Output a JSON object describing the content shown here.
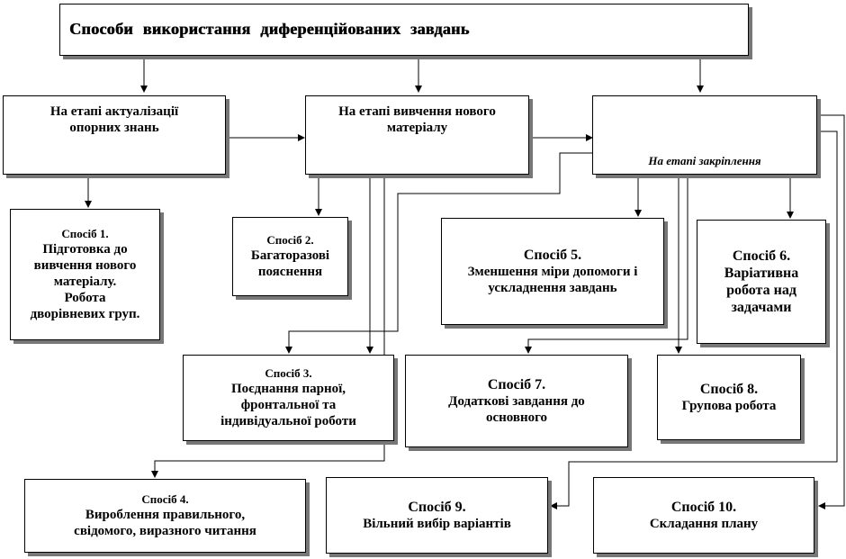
{
  "title": "Способи  використання   диференційованих  завдань",
  "stages": {
    "s1": "На етапі актуалізації опорних знань",
    "s2": "На етапі вивчення нового матеріалу",
    "s3": "На етапі закріплення"
  },
  "methods": {
    "m1": {
      "heading": "Спосіб 1.",
      "lines": [
        "Підготовка до",
        "вивчення нового",
        "матеріалу.",
        "Робота",
        "дворівневих груп."
      ]
    },
    "m2": {
      "heading": "Спосіб 2.",
      "lines": [
        "Багаторазові",
        "пояснення"
      ]
    },
    "m3": {
      "heading": "Спосіб 3.",
      "lines": [
        "Поєднання парної,",
        "фронтальної та",
        "індивідуальної роботи"
      ]
    },
    "m4": {
      "heading": "Спосіб 4.",
      "lines": [
        "Вироблення правильного,",
        "свідомого, виразного читання"
      ]
    },
    "m5": {
      "heading": "Спосіб 5.",
      "lines": [
        "Зменшення міри допомоги і",
        "ускладнення завдань"
      ]
    },
    "m6": {
      "heading": "Спосіб 6.",
      "lines": [
        "Варіативна",
        "робота над",
        "задачами"
      ]
    },
    "m7": {
      "heading": "Спосіб 7.",
      "lines": [
        "Додаткові завдання до",
        "основного"
      ]
    },
    "m8": {
      "heading": "Спосіб 8.",
      "lines": [
        "Групова робота"
      ]
    },
    "m9": {
      "heading": "Спосіб 9.",
      "lines": [
        "Вільний вибір варіантів"
      ]
    },
    "m10": {
      "heading": "Спосіб 10.",
      "lines": [
        "Складання плану"
      ]
    }
  }
}
